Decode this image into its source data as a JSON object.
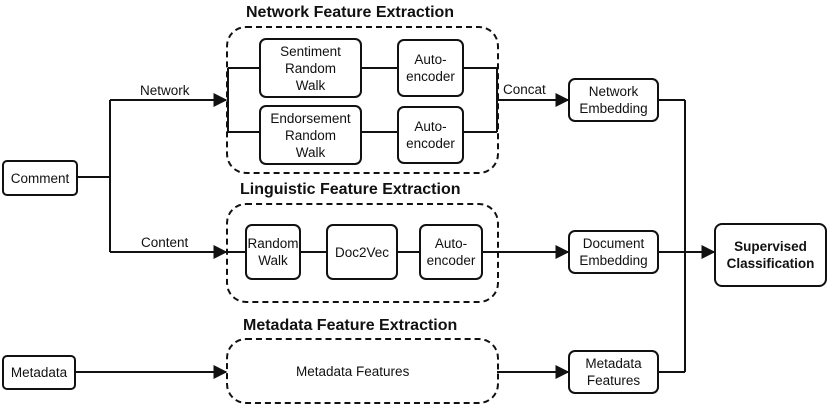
{
  "groups": {
    "network": "Network Feature Extraction",
    "linguistic": "Linguistic Feature Extraction",
    "metadata": "Metadata Feature Extraction"
  },
  "inputs": {
    "comment": "Comment",
    "metadata": "Metadata"
  },
  "edge_labels": {
    "network": "Network",
    "content": "Content",
    "concat": "Concat"
  },
  "network_group": {
    "sentiment_walk": "Sentiment\nRandom\nWalk",
    "endorsement_walk": "Endorsement\nRandom\nWalk",
    "autoencoder_1": "Auto-\nencoder",
    "autoencoder_2": "Auto-\nencoder"
  },
  "linguistic_group": {
    "random_walk": "Random\nWalk",
    "doc2vec": "Doc2Vec",
    "autoencoder": "Auto-\nencoder"
  },
  "metadata_group": {
    "features": "Metadata Features"
  },
  "outputs": {
    "network_embedding": "Network\nEmbedding",
    "document_embedding": "Document\nEmbedding",
    "metadata_features": "Metadata\nFeatures",
    "classification": "Supervised\nClassification"
  }
}
